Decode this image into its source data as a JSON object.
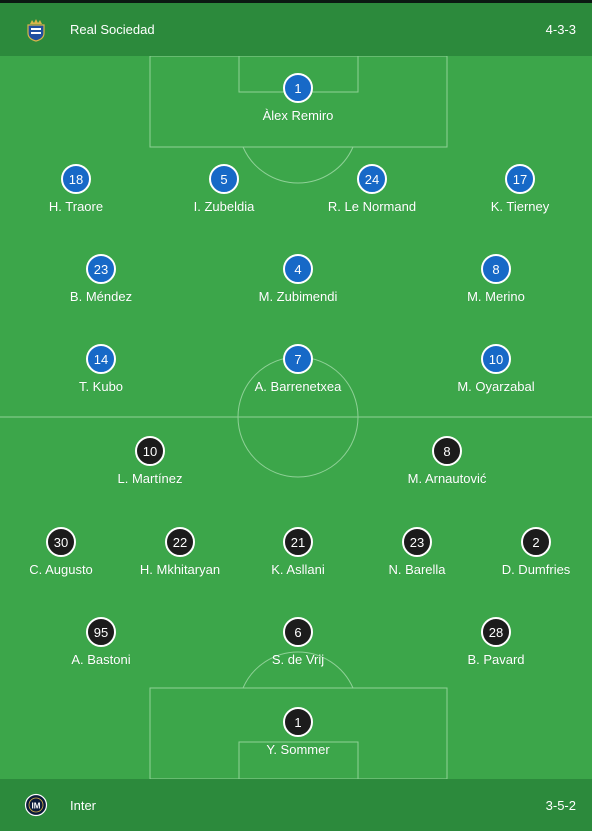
{
  "home": {
    "name": "Real Sociedad",
    "formation": "4-3-3",
    "crest_icon": "real-sociedad-crest-icon",
    "color": "#1769c7",
    "players": [
      {
        "number": "1",
        "name": "Àlex Remiro"
      },
      {
        "number": "18",
        "name": "H. Traore"
      },
      {
        "number": "5",
        "name": "I. Zubeldia"
      },
      {
        "number": "24",
        "name": "R. Le Normand"
      },
      {
        "number": "17",
        "name": "K. Tierney"
      },
      {
        "number": "23",
        "name": "B. Méndez"
      },
      {
        "number": "4",
        "name": "M. Zubimendi"
      },
      {
        "number": "8",
        "name": "M. Merino"
      },
      {
        "number": "14",
        "name": "T. Kubo"
      },
      {
        "number": "7",
        "name": "A. Barrenetxea"
      },
      {
        "number": "10",
        "name": "M. Oyarzabal"
      }
    ]
  },
  "away": {
    "name": "Inter",
    "formation": "3-5-2",
    "crest_icon": "inter-crest-icon",
    "color": "#1c1c1c",
    "players": [
      {
        "number": "10",
        "name": "L. Martínez"
      },
      {
        "number": "8",
        "name": "M. Arnautović"
      },
      {
        "number": "30",
        "name": "C. Augusto"
      },
      {
        "number": "22",
        "name": "H. Mkhitaryan"
      },
      {
        "number": "21",
        "name": "K. Asllani"
      },
      {
        "number": "23",
        "name": "N. Barella"
      },
      {
        "number": "2",
        "name": "D. Dumfries"
      },
      {
        "number": "95",
        "name": "A. Bastoni"
      },
      {
        "number": "6",
        "name": "S. de Vrij"
      },
      {
        "number": "28",
        "name": "B. Pavard"
      },
      {
        "number": "1",
        "name": "Y. Sommer"
      }
    ]
  },
  "pitch_color": "#3ca64a",
  "bar_color": "#2c8a3c"
}
